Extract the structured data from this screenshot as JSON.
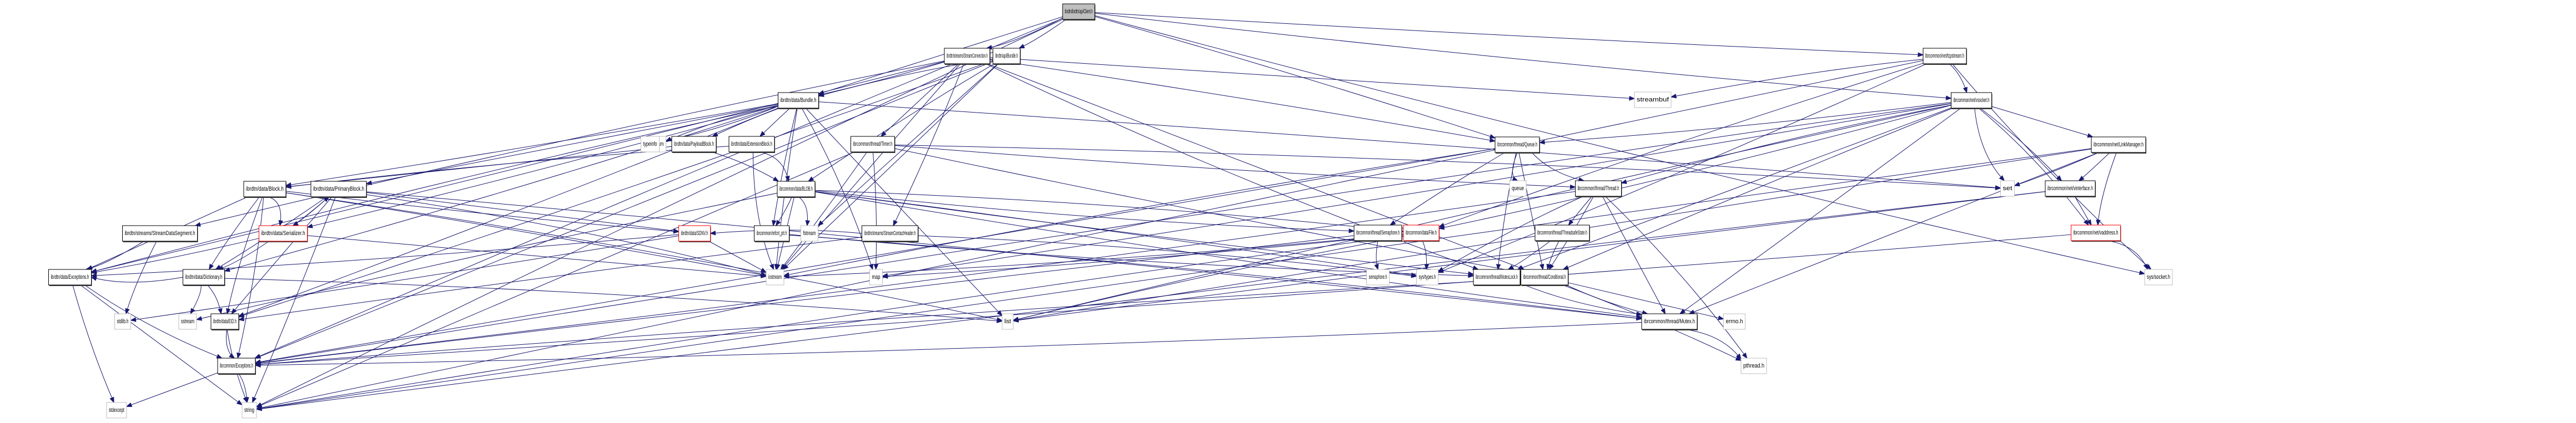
{
  "title": "ibrdtn/ibrdtn/api/Client.h",
  "graph_type": "include dependency graph",
  "colors": {
    "edge": "#191970",
    "root_fill": "#bfbfbf",
    "normal_border": "#000000",
    "external_border": "#bfbfbf",
    "truncated_border": "#ff0000"
  },
  "nodes": [
    {
      "id": "client",
      "label": "ibrdtn/ibrdtn/api/Client.h",
      "kind": "root"
    },
    {
      "id": "streamconnection",
      "label": "ibrdtn/streams/StreamConnection.h",
      "kind": "normal"
    },
    {
      "id": "apibundle",
      "label": "ibrdtn/api/Bundle.h",
      "kind": "normal"
    },
    {
      "id": "tcpstream",
      "label": "ibrcommon/net/tcpstream.h",
      "kind": "normal"
    },
    {
      "id": "databundle",
      "label": "ibrdtn/data/Bundle.h",
      "kind": "normal"
    },
    {
      "id": "streambuf",
      "label": "streambuf",
      "kind": "external"
    },
    {
      "id": "vsocket",
      "label": "ibrcommon/net/vsocket.h",
      "kind": "normal"
    },
    {
      "id": "ostream",
      "label": "ostream",
      "kind": "external"
    },
    {
      "id": "typeinfo",
      "label": "typeinfo",
      "kind": "external"
    },
    {
      "id": "payloadblock",
      "label": "ibrdtn/data/PayloadBlock.h",
      "kind": "normal"
    },
    {
      "id": "extensionblock",
      "label": "ibrdtn/data/ExtensionBlock.h",
      "kind": "normal"
    },
    {
      "id": "timer",
      "label": "ibrcommon/thread/Timer.h",
      "kind": "normal"
    },
    {
      "id": "queue",
      "label": "ibrcommon/thread/Queue.h",
      "kind": "normal"
    },
    {
      "id": "linkmanager",
      "label": "ibrcommon/net/LinkManager.h",
      "kind": "normal"
    },
    {
      "id": "block",
      "label": "ibrdtn/data/Block.h",
      "kind": "normal"
    },
    {
      "id": "primaryblock",
      "label": "ibrdtn/data/PrimaryBlock.h",
      "kind": "normal"
    },
    {
      "id": "blob",
      "label": "ibrcommon/data/BLOB.h",
      "kind": "normal"
    },
    {
      "id": "queue_std",
      "label": "queue",
      "kind": "external"
    },
    {
      "id": "thread",
      "label": "ibrcommon/thread/Thread.h",
      "kind": "normal"
    },
    {
      "id": "set",
      "label": "set",
      "kind": "external"
    },
    {
      "id": "vinterface",
      "label": "ibrcommon/net/vinterface.h",
      "kind": "normal"
    },
    {
      "id": "streamdatasegment",
      "label": "ibrdtn/streams/StreamDataSegment.h",
      "kind": "normal"
    },
    {
      "id": "serializer",
      "label": "ibrdtn/data/Serializer.h",
      "kind": "truncated"
    },
    {
      "id": "sdnv",
      "label": "ibrdtn/data/SDNV.h",
      "kind": "truncated"
    },
    {
      "id": "refcnt",
      "label": "ibrcommon/refcnt_ptr.h",
      "kind": "normal"
    },
    {
      "id": "fstream",
      "label": "fstream",
      "kind": "external"
    },
    {
      "id": "streamcontactheader",
      "label": "ibrdtn/streams/StreamContactHeader.h",
      "kind": "normal"
    },
    {
      "id": "semaphore",
      "label": "ibrcommon/thread/Semaphore.h",
      "kind": "normal"
    },
    {
      "id": "file",
      "label": "ibrcommon/data/File.h",
      "kind": "truncated"
    },
    {
      "id": "threadsafestate",
      "label": "ibrcommon/thread/ThreadsafeState.h",
      "kind": "normal"
    },
    {
      "id": "vaddress",
      "label": "ibrcommon/net/vaddress.h",
      "kind": "truncated"
    },
    {
      "id": "dataexceptions",
      "label": "ibrdtn/data/Exceptions.h",
      "kind": "normal"
    },
    {
      "id": "dictionary",
      "label": "ibrdtn/data/Dictionary.h",
      "kind": "normal"
    },
    {
      "id": "iostream",
      "label": "iostream",
      "kind": "external"
    },
    {
      "id": "map",
      "label": "map",
      "kind": "external"
    },
    {
      "id": "semaphore_h",
      "label": "semaphore.h",
      "kind": "external"
    },
    {
      "id": "systypes",
      "label": "sys/types.h",
      "kind": "external"
    },
    {
      "id": "mutexlock",
      "label": "ibrcommon/thread/MutexLock.h",
      "kind": "normal"
    },
    {
      "id": "conditional",
      "label": "ibrcommon/thread/Conditional.h",
      "kind": "normal"
    },
    {
      "id": "syssocket",
      "label": "sys/socket.h",
      "kind": "external"
    },
    {
      "id": "stdlib",
      "label": "stdlib.h",
      "kind": "external"
    },
    {
      "id": "sstream",
      "label": "sstream",
      "kind": "external"
    },
    {
      "id": "eid",
      "label": "ibrdtn/data/EID.h",
      "kind": "normal"
    },
    {
      "id": "list",
      "label": "list",
      "kind": "external"
    },
    {
      "id": "mutex",
      "label": "ibrcommon/thread/Mutex.h",
      "kind": "normal"
    },
    {
      "id": "errno",
      "label": "errno.h",
      "kind": "external"
    },
    {
      "id": "commonexceptions",
      "label": "ibrcommon/Exceptions.h",
      "kind": "normal"
    },
    {
      "id": "pthread",
      "label": "pthread.h",
      "kind": "external"
    },
    {
      "id": "stdexcept",
      "label": "stdexcept",
      "kind": "external"
    },
    {
      "id": "string",
      "label": "string",
      "kind": "external"
    }
  ],
  "edges": [
    [
      "client",
      "streamconnection"
    ],
    [
      "client",
      "apibundle"
    ],
    [
      "client",
      "tcpstream"
    ],
    [
      "client",
      "databundle"
    ],
    [
      "client",
      "queue"
    ],
    [
      "client",
      "commonexceptions"
    ],
    [
      "client",
      "string"
    ],
    [
      "client",
      "syssocket"
    ],
    [
      "client",
      "vsocket"
    ],
    [
      "streamconnection",
      "databundle"
    ],
    [
      "streamconnection",
      "streambuf"
    ],
    [
      "streamconnection",
      "timer"
    ],
    [
      "streamconnection",
      "streamcontactheader"
    ],
    [
      "streamconnection",
      "streamdatasegment"
    ],
    [
      "streamconnection",
      "mutexlock"
    ],
    [
      "streamconnection",
      "iostream"
    ],
    [
      "streamconnection",
      "dataexceptions"
    ],
    [
      "streamconnection",
      "conditional"
    ],
    [
      "streamconnection",
      "queue"
    ],
    [
      "apibundle",
      "databundle"
    ],
    [
      "apibundle",
      "blob"
    ],
    [
      "apibundle",
      "eid"
    ],
    [
      "apibundle",
      "iostream"
    ],
    [
      "apibundle",
      "fstream"
    ],
    [
      "apibundle",
      "commonexceptions"
    ],
    [
      "tcpstream",
      "vsocket"
    ],
    [
      "tcpstream",
      "streambuf"
    ],
    [
      "tcpstream",
      "file"
    ],
    [
      "tcpstream",
      "systypes"
    ],
    [
      "tcpstream",
      "syssocket"
    ],
    [
      "tcpstream",
      "string"
    ],
    [
      "vsocket",
      "linkmanager"
    ],
    [
      "vsocket",
      "vinterface"
    ],
    [
      "vsocket",
      "vaddress"
    ],
    [
      "vsocket",
      "thread"
    ],
    [
      "vsocket",
      "set"
    ],
    [
      "vsocket",
      "queue"
    ],
    [
      "vsocket",
      "mutex"
    ],
    [
      "vsocket",
      "mutexlock"
    ],
    [
      "vsocket",
      "conditional"
    ],
    [
      "vsocket",
      "list"
    ],
    [
      "vsocket",
      "commonexceptions"
    ],
    [
      "vsocket",
      "file"
    ],
    [
      "vsocket",
      "map"
    ],
    [
      "databundle",
      "block"
    ],
    [
      "databundle",
      "primaryblock"
    ],
    [
      "databundle",
      "payloadblock"
    ],
    [
      "databundle",
      "extensionblock"
    ],
    [
      "databundle",
      "ostream"
    ],
    [
      "databundle",
      "typeinfo"
    ],
    [
      "databundle",
      "eid"
    ],
    [
      "databundle",
      "refcnt"
    ],
    [
      "databundle",
      "list"
    ],
    [
      "databundle",
      "set"
    ],
    [
      "databundle",
      "map"
    ],
    [
      "databundle",
      "dataexceptions"
    ],
    [
      "databundle",
      "dictionary"
    ],
    [
      "databundle",
      "serializer"
    ],
    [
      "databundle",
      "iostream"
    ],
    [
      "payloadblock",
      "block"
    ],
    [
      "payloadblock",
      "blob"
    ],
    [
      "extensionblock",
      "block"
    ],
    [
      "extensionblock",
      "blob"
    ],
    [
      "extensionblock",
      "iostream"
    ],
    [
      "timer",
      "thread"
    ],
    [
      "timer",
      "conditional"
    ],
    [
      "timer",
      "string"
    ],
    [
      "timer",
      "map"
    ],
    [
      "timer",
      "iostream"
    ],
    [
      "timer",
      "set"
    ],
    [
      "queue",
      "queue_std"
    ],
    [
      "queue",
      "thread"
    ],
    [
      "queue",
      "mutexlock"
    ],
    [
      "queue",
      "conditional"
    ],
    [
      "queue",
      "commonexceptions"
    ],
    [
      "queue",
      "semaphore"
    ],
    [
      "queue",
      "iostream"
    ],
    [
      "linkmanager",
      "vinterface"
    ],
    [
      "linkmanager",
      "vaddress"
    ],
    [
      "linkmanager",
      "set"
    ],
    [
      "linkmanager",
      "mutex"
    ],
    [
      "linkmanager",
      "list"
    ],
    [
      "linkmanager",
      "string"
    ],
    [
      "block",
      "serializer"
    ],
    [
      "block",
      "dictionary"
    ],
    [
      "block",
      "eid"
    ],
    [
      "block",
      "sdnv"
    ],
    [
      "block",
      "dataexceptions"
    ],
    [
      "block",
      "iostream"
    ],
    [
      "block",
      "commonexceptions"
    ],
    [
      "block",
      "list"
    ],
    [
      "primaryblock",
      "serializer"
    ],
    [
      "primaryblock",
      "dictionary"
    ],
    [
      "primaryblock",
      "eid"
    ],
    [
      "primaryblock",
      "sdnv"
    ],
    [
      "primaryblock",
      "string"
    ],
    [
      "primaryblock",
      "mutex"
    ],
    [
      "primaryblock",
      "iostream"
    ],
    [
      "serializer",
      "dictionary"
    ],
    [
      "serializer",
      "primaryblock"
    ],
    [
      "serializer",
      "dataexceptions"
    ],
    [
      "serializer",
      "iostream"
    ],
    [
      "blob",
      "refcnt"
    ],
    [
      "blob",
      "fstream"
    ],
    [
      "blob",
      "file"
    ],
    [
      "blob",
      "semaphore"
    ],
    [
      "blob",
      "mutex"
    ],
    [
      "blob",
      "mutexlock"
    ],
    [
      "blob",
      "iostream"
    ],
    [
      "blob",
      "systypes"
    ],
    [
      "blob",
      "sstream"
    ],
    [
      "refcnt",
      "mutex"
    ],
    [
      "refcnt",
      "mutexlock"
    ],
    [
      "sdnv",
      "dataexceptions"
    ],
    [
      "sdnv",
      "stdlib"
    ],
    [
      "sdnv",
      "iostream"
    ],
    [
      "streamcontactheader",
      "eid"
    ],
    [
      "streamcontactheader",
      "sdnv"
    ],
    [
      "streamcontactheader",
      "systypes"
    ],
    [
      "streamdatasegment",
      "dataexceptions"
    ],
    [
      "streamdatasegment",
      "stdlib"
    ],
    [
      "semaphore",
      "semaphore_h"
    ],
    [
      "semaphore",
      "commonexceptions"
    ],
    [
      "file",
      "systypes"
    ],
    [
      "file",
      "list"
    ],
    [
      "file",
      "string"
    ],
    [
      "file",
      "iostream"
    ],
    [
      "file",
      "map"
    ],
    [
      "thread",
      "threadsafestate"
    ],
    [
      "thread",
      "mutex"
    ],
    [
      "thread",
      "conditional"
    ],
    [
      "thread",
      "pthread"
    ],
    [
      "thread",
      "systypes"
    ],
    [
      "thread",
      "commonexceptions"
    ],
    [
      "threadsafestate",
      "mutexlock"
    ],
    [
      "threadsafestate",
      "conditional"
    ],
    [
      "vinterface",
      "vaddress"
    ],
    [
      "vinterface",
      "list"
    ],
    [
      "vinterface",
      "string"
    ],
    [
      "vaddress",
      "syssocket"
    ],
    [
      "vaddress",
      "commonexceptions"
    ],
    [
      "dataexceptions",
      "commonexceptions"
    ],
    [
      "dataexceptions",
      "stdexcept"
    ],
    [
      "dataexceptions",
      "string"
    ],
    [
      "dictionary",
      "eid"
    ],
    [
      "dictionary",
      "sstream"
    ],
    [
      "dictionary",
      "list"
    ],
    [
      "dictionary",
      "dataexceptions"
    ],
    [
      "mutexlock",
      "mutex"
    ],
    [
      "conditional",
      "mutex"
    ],
    [
      "conditional",
      "errno"
    ],
    [
      "conditional",
      "pthread"
    ],
    [
      "conditional",
      "commonexceptions"
    ],
    [
      "mutex",
      "pthread"
    ],
    [
      "mutex",
      "commonexceptions"
    ],
    [
      "eid",
      "commonexceptions"
    ],
    [
      "eid",
      "string"
    ],
    [
      "commonexceptions",
      "stdexcept"
    ],
    [
      "commonexceptions",
      "string"
    ]
  ]
}
